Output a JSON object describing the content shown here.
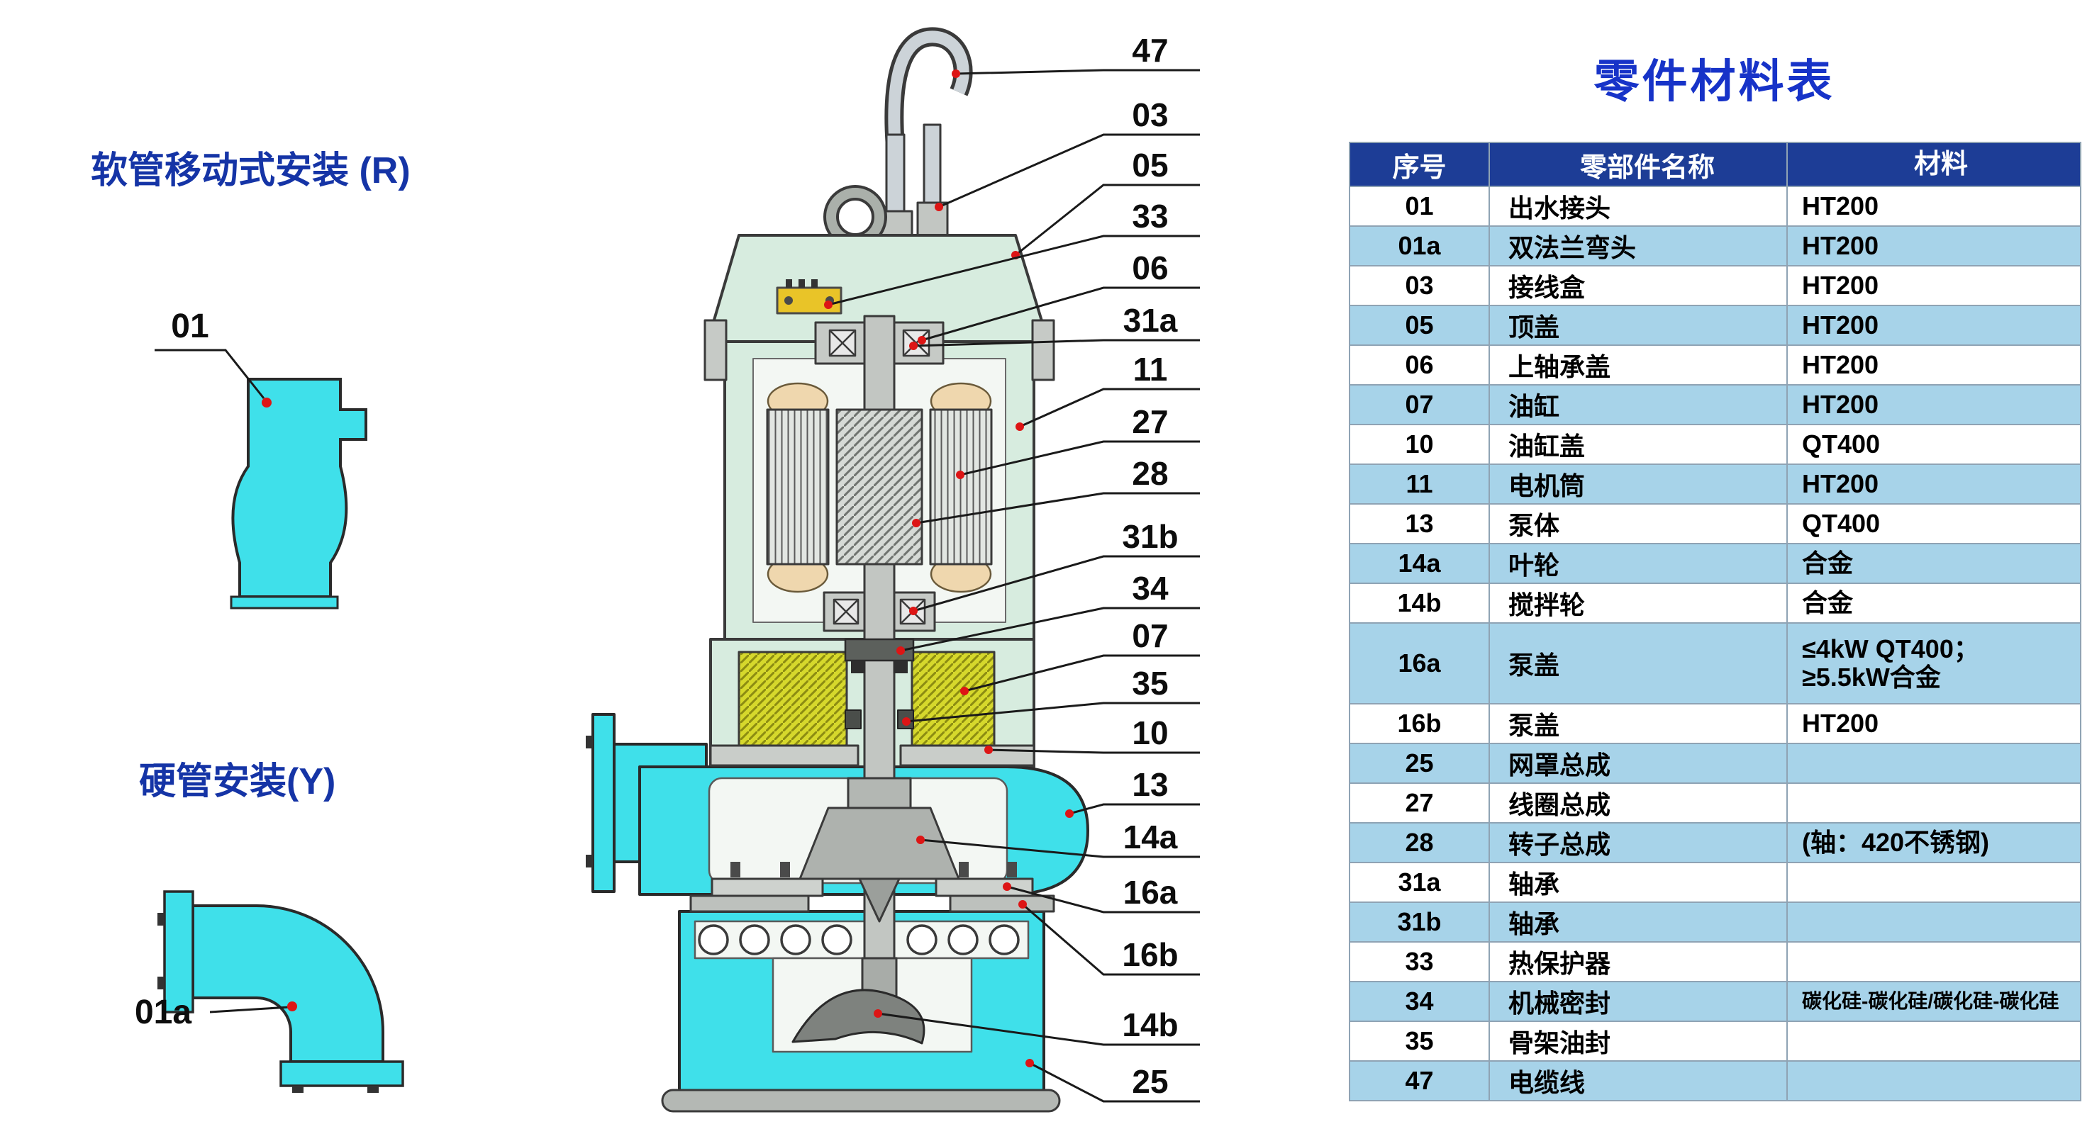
{
  "colors": {
    "table_header_bg": "#1d3d96",
    "table_row_alt": "#a7d3e9",
    "title_blue": "#1733c8",
    "left_title_blue": "#1534a6",
    "pump_cyan": "#3fe0ea",
    "housing_mint": "#d7ecdf",
    "oil_yellow": "#d6d82c",
    "callout_dot_red": "#dd1515"
  },
  "left_panel": {
    "hose_install_title": "软管移动式安装 (R)",
    "rigid_install_title": "硬管安装(Y)",
    "fitting_labels": {
      "outlet": "01",
      "elbow": "01a"
    }
  },
  "diagram": {
    "callouts": [
      "47",
      "03",
      "05",
      "33",
      "06",
      "31a",
      "11",
      "27",
      "28",
      "31b",
      "34",
      "07",
      "35",
      "10",
      "13",
      "14a",
      "16a",
      "16b",
      "14b",
      "25"
    ]
  },
  "table": {
    "title": "零件材料表",
    "headers": [
      "序号",
      "零部件名称",
      "材料"
    ],
    "rows": [
      {
        "no": "01",
        "name": "出水接头",
        "material": "HT200"
      },
      {
        "no": "01a",
        "name": "双法兰弯头",
        "material": "HT200"
      },
      {
        "no": "03",
        "name": "接线盒",
        "material": "HT200"
      },
      {
        "no": "05",
        "name": "顶盖",
        "material": "HT200"
      },
      {
        "no": "06",
        "name": "上轴承盖",
        "material": "HT200"
      },
      {
        "no": "07",
        "name": "油缸",
        "material": "HT200"
      },
      {
        "no": "10",
        "name": "油缸盖",
        "material": "QT400"
      },
      {
        "no": "11",
        "name": "电机筒",
        "material": "HT200"
      },
      {
        "no": "13",
        "name": "泵体",
        "material": "QT400"
      },
      {
        "no": "14a",
        "name": "叶轮",
        "material": "合金"
      },
      {
        "no": "14b",
        "name": "搅拌轮",
        "material": "合金"
      },
      {
        "no": "16a",
        "name": "泵盖",
        "material": "≤4kW QT400；\n≥5.5kW合金"
      },
      {
        "no": "16b",
        "name": "泵盖",
        "material": "HT200"
      },
      {
        "no": "25",
        "name": "网罩总成",
        "material": ""
      },
      {
        "no": "27",
        "name": "线圈总成",
        "material": ""
      },
      {
        "no": "28",
        "name": "转子总成",
        "material": "(轴：420不锈钢)"
      },
      {
        "no": "31a",
        "name": "轴承",
        "material": ""
      },
      {
        "no": "31b",
        "name": "轴承",
        "material": ""
      },
      {
        "no": "33",
        "name": "热保护器",
        "material": ""
      },
      {
        "no": "34",
        "name": "机械密封",
        "material": "碳化硅-碳化硅/碳化硅-碳化硅"
      },
      {
        "no": "35",
        "name": "骨架油封",
        "material": ""
      },
      {
        "no": "47",
        "name": "电缆线",
        "material": ""
      }
    ]
  }
}
